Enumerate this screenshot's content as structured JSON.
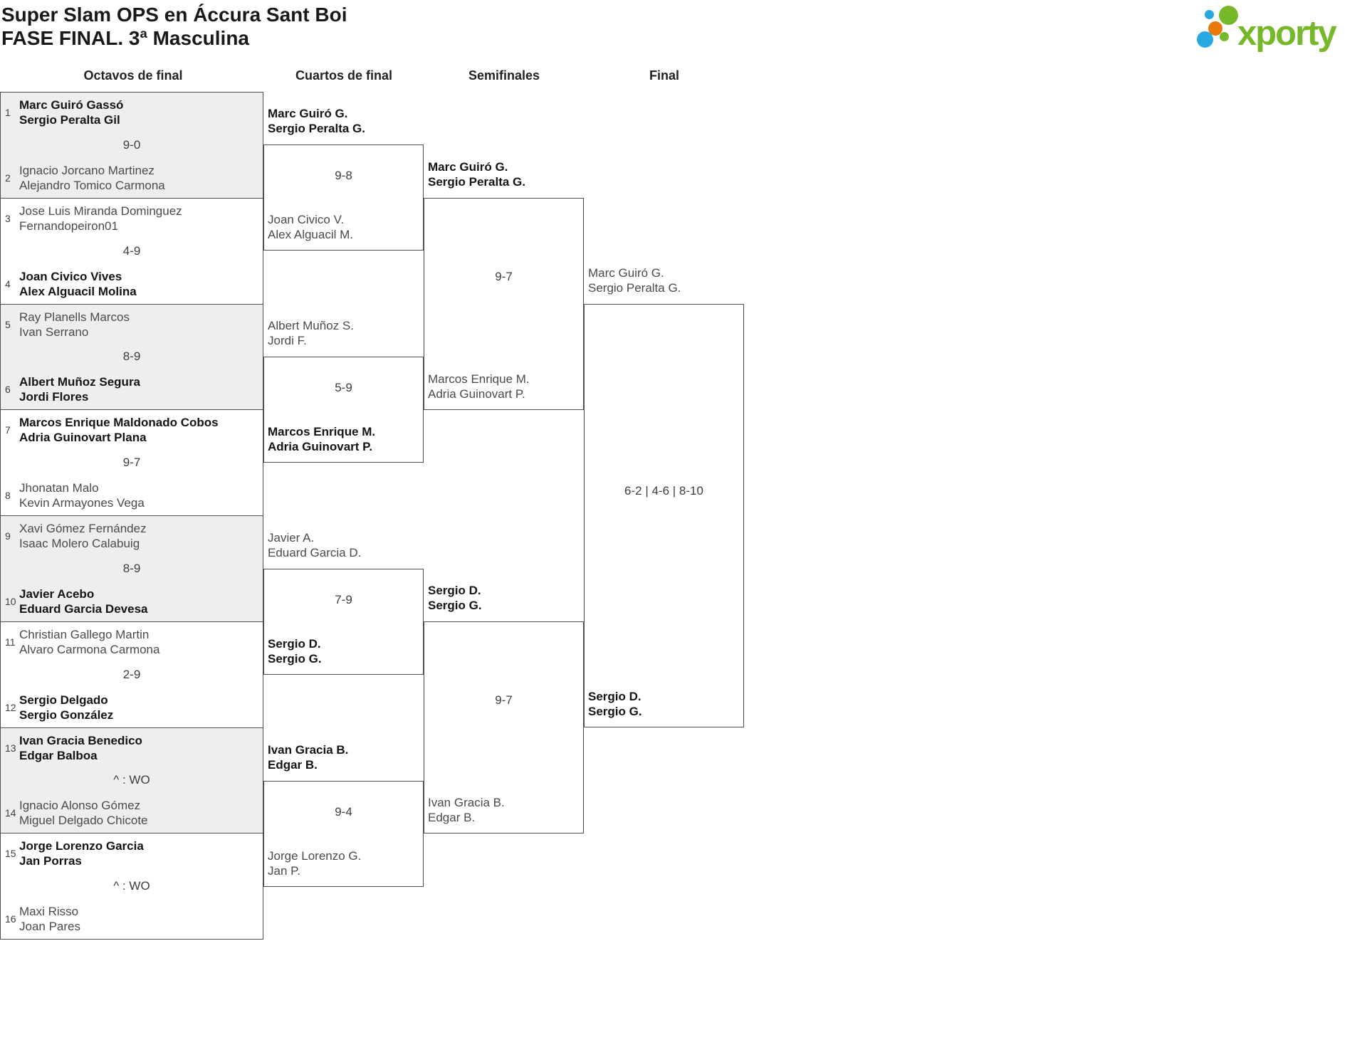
{
  "header": {
    "title_line1": "Super Slam OPS en Áccura Sant Boi",
    "title_line2": "FASE FINAL. 3ª Masculina"
  },
  "logo": {
    "text": "xporty",
    "colors": {
      "green": "#76b82a",
      "blue": "#29a9e1",
      "orange": "#e8790d"
    }
  },
  "rounds": [
    "Octavos de final",
    "Cuartos de final",
    "Semifinales",
    "Final"
  ],
  "oct": [
    {
      "n1": "1",
      "t1": [
        "Marc Guiró Gassó",
        "Sergio Peralta Gil"
      ],
      "s": "9-0",
      "n2": "2",
      "t2": [
        "Ignacio Jorcano Martinez",
        "Alejandro Tomico Carmona"
      ]
    },
    {
      "n1": "3",
      "t1": [
        "Jose Luis Miranda Dominguez",
        "Fernandopeiron01"
      ],
      "s": "4-9",
      "n2": "4",
      "t2": [
        "Joan Civico Vives",
        "Alex Alguacil Molina"
      ]
    },
    {
      "n1": "5",
      "t1": [
        "Ray Planells Marcos",
        "Ivan Serrano"
      ],
      "s": "8-9",
      "n2": "6",
      "t2": [
        "Albert Muñoz Segura",
        "Jordi Flores"
      ]
    },
    {
      "n1": "7",
      "t1": [
        "Marcos Enrique Maldonado Cobos",
        "Adria Guinovart Plana"
      ],
      "s": "9-7",
      "n2": "8",
      "t2": [
        "Jhonatan Malo",
        "Kevin Armayones Vega"
      ]
    },
    {
      "n1": "9",
      "t1": [
        "Xavi Gómez Fernández",
        "Isaac Molero Calabuig"
      ],
      "s": "8-9",
      "n2": "10",
      "t2": [
        "Javier Acebo",
        "Eduard Garcia Devesa"
      ]
    },
    {
      "n1": "11",
      "t1": [
        "Christian Gallego Martin",
        "Alvaro Carmona Carmona"
      ],
      "s": "2-9",
      "n2": "12",
      "t2": [
        "Sergio Delgado",
        "Sergio González"
      ]
    },
    {
      "n1": "13",
      "t1": [
        "Ivan Gracia Benedico",
        "Edgar Balboa"
      ],
      "s": "^ : WO",
      "n2": "14",
      "t2": [
        "Ignacio Alonso Gómez",
        "Miguel Delgado Chicote"
      ]
    },
    {
      "n1": "15",
      "t1": [
        "Jorge Lorenzo Garcia",
        "Jan Porras"
      ],
      "s": "^ : WO",
      "n2": "16",
      "t2": [
        "Maxi Risso",
        "Joan Pares"
      ]
    }
  ],
  "qf": [
    {
      "t1": [
        "Marc Guiró G.",
        "Sergio Peralta G."
      ],
      "s": "9-8",
      "t2": [
        "Joan Civico V.",
        "Alex Alguacil M."
      ]
    },
    {
      "t1": [
        "Albert Muñoz S.",
        "Jordi F."
      ],
      "s": "5-9",
      "t2": [
        "Marcos Enrique M.",
        "Adria Guinovart P."
      ]
    },
    {
      "t1": [
        "Javier A.",
        "Eduard Garcia D."
      ],
      "s": "7-9",
      "t2": [
        "Sergio D.",
        "Sergio G."
      ]
    },
    {
      "t1": [
        "Ivan Gracia B.",
        "Edgar B."
      ],
      "s": "9-4",
      "t2": [
        "Jorge Lorenzo G.",
        "Jan P."
      ]
    }
  ],
  "sf": [
    {
      "t1": [
        "Marc Guiró G.",
        "Sergio Peralta G."
      ],
      "s": "9-7",
      "t2": [
        "Marcos Enrique M.",
        "Adria Guinovart P."
      ]
    },
    {
      "t1": [
        "Sergio D.",
        "Sergio G."
      ],
      "s": "9-7",
      "t2": [
        "Ivan Gracia B.",
        "Edgar B."
      ]
    }
  ],
  "fin": {
    "t1": [
      "Marc Guiró G.",
      "Sergio Peralta G."
    ],
    "s": "6-2 | 4-6 | 8-10",
    "t2": [
      "Sergio D.",
      "Sergio G."
    ]
  }
}
